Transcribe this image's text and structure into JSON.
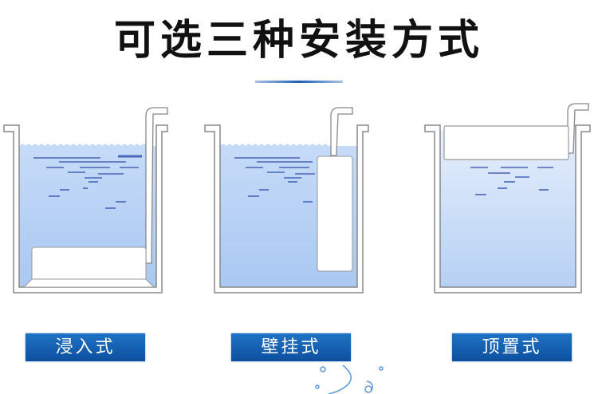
{
  "title": "可选三种安装方式",
  "methods": [
    {
      "label": "浸入式"
    },
    {
      "label": "壁挂式"
    },
    {
      "label": "顶置式"
    }
  ],
  "colors": {
    "water": "#b9d2f5",
    "label_bg": "#1662b3",
    "stroke": "#8a8a8a",
    "ripple": "#4a66b8"
  }
}
